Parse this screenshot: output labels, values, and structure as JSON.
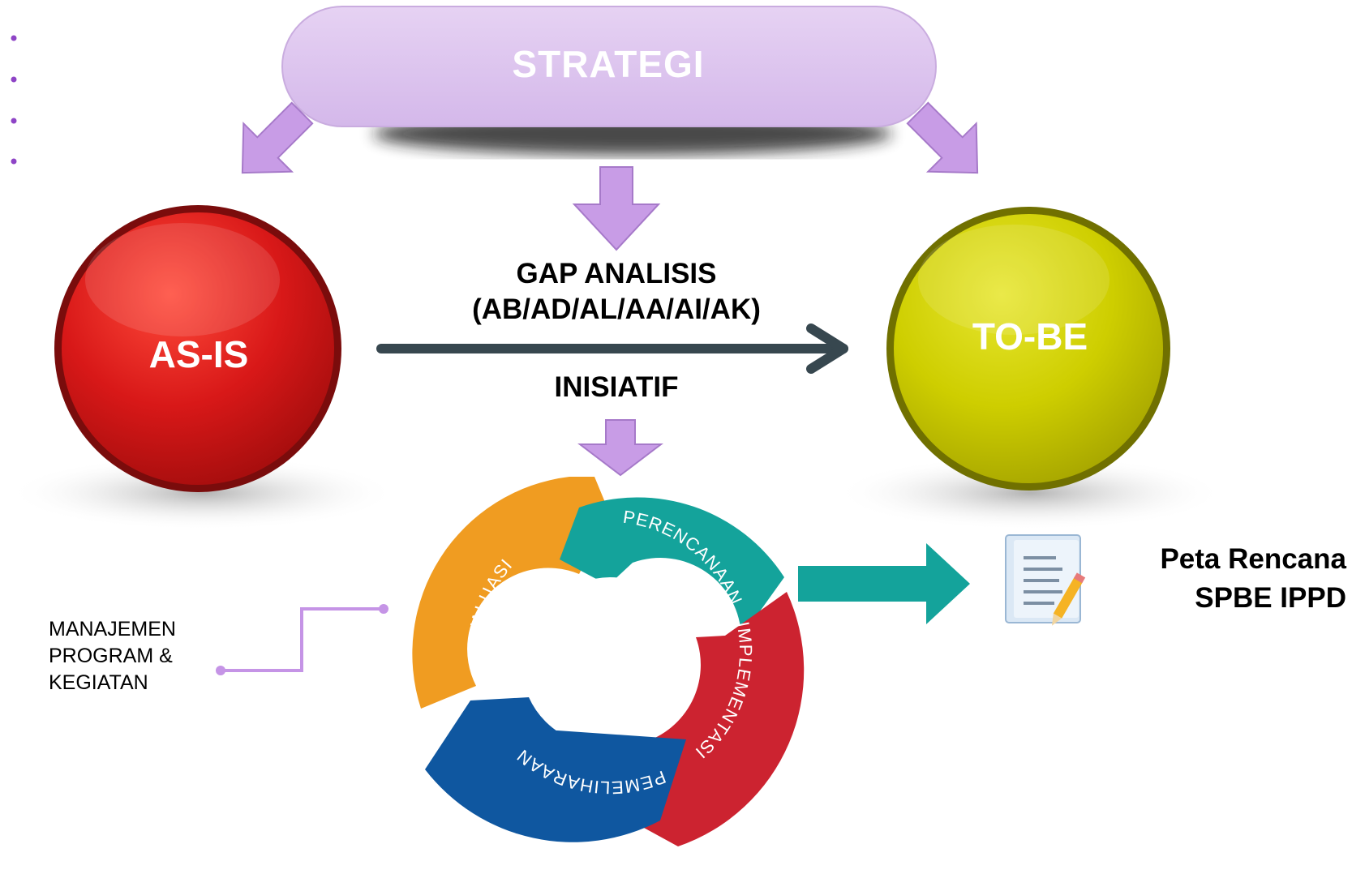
{
  "strategi": "STRATEGI",
  "as_is": "AS-IS",
  "to_be": "TO-BE",
  "gap_analisis": {
    "line1": "GAP ANALISIS",
    "line2": "(AB/AD/AL/AA/AI/AK)"
  },
  "inisiatif": "INISIATIF",
  "cycle": {
    "segments": [
      {
        "label": "PERENCANAAN",
        "color": "#14a39b"
      },
      {
        "label": "IMPLEMENTASI",
        "color": "#cc2330"
      },
      {
        "label": "PEMELIHARAAN",
        "color": "#0f57a0"
      },
      {
        "label": "EVALUASI",
        "color": "#f09c21"
      }
    ]
  },
  "manajemen": {
    "line1": "MANAJEMEN",
    "line2": "PROGRAM &",
    "line3": "KEGIATAN"
  },
  "output": {
    "line1": "Peta Rencana",
    "line2": "SPBE IPPD"
  },
  "colors": {
    "strategi_pill": "#dec6ee",
    "arrow_purple": "#c89ce6",
    "as_is_circle": "#cc1515",
    "to_be_circle": "#c8c800",
    "gap_arrow": "#37474f",
    "teal_arrow": "#14a39b",
    "connector": "#c594e6",
    "bullet": "#8e44c6"
  }
}
